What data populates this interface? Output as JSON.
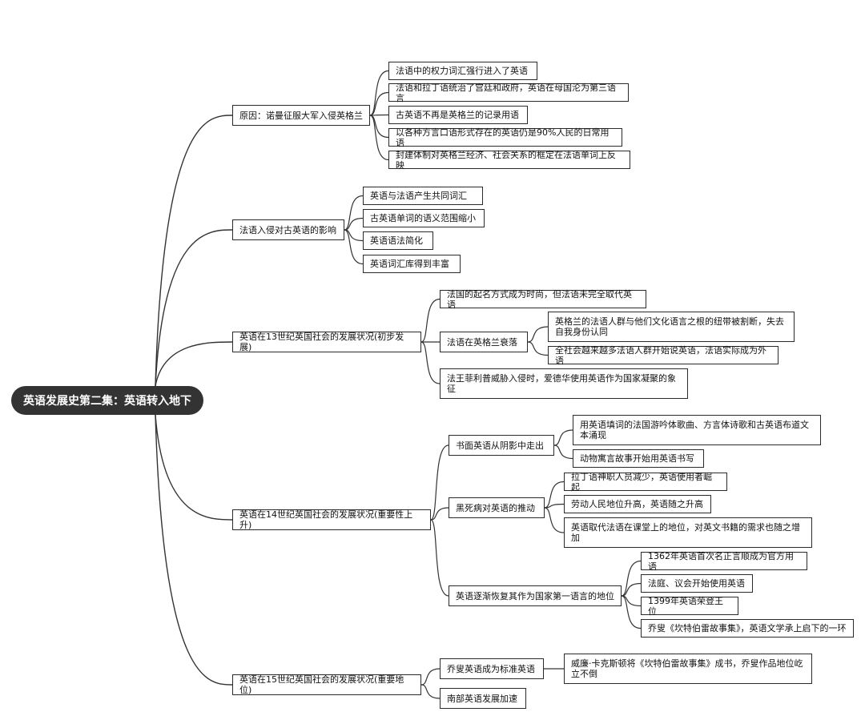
{
  "root": "英语发展史第二集：英语转入地下",
  "branches": [
    {
      "label": "原因：诺曼征服大军入侵英格兰",
      "children": [
        "法语中的权力词汇强行进入了英语",
        "法语和拉丁语统治了宫廷和政府，英语在母国沦为第三语言",
        "古英语不再是英格兰的记录用语",
        "以各种方言口语形式存在的英语仍是90%人民的日常用语",
        "封建体制对英格兰经济、社会关系的框定在法语单词上反映"
      ]
    },
    {
      "label": "法语入侵对古英语的影响",
      "children": [
        "英语与法语产生共同词汇",
        "古英语单词的语义范围缩小",
        "英语语法简化",
        "英语词汇库得到丰富"
      ]
    },
    {
      "label": "英语在13世纪英国社会的发展状况(初步发展)",
      "children": [
        "法国的起名方式成为时尚，但法语未完全取代英语",
        "法语在英格兰衰落",
        "法王菲利普威胁入侵时，爱德华使用英语作为国家凝聚的象征"
      ],
      "grand": [
        "英格兰的法语人群与他们文化语言之根的纽带被割断，失去自我身份认同",
        "全社会越来越多法语人群开始说英语，法语实际成为外语"
      ]
    },
    {
      "label": "英语在14世纪英国社会的发展状况(重要性上升)",
      "children": [
        "书面英语从阴影中走出",
        "黑死病对英语的推动",
        "英语逐渐恢复其作为国家第一语言的地位"
      ],
      "grand_a": [
        "用英语填词的法国游吟体歌曲、方言体诗歌和古英语布道文本涌现",
        "动物寓言故事开始用英语书写"
      ],
      "grand_b": [
        "拉丁语神职人员减少，英语使用者崛起",
        "劳动人民地位升高，英语随之升高",
        "英语取代法语在课堂上的地位，对英文书籍的需求也随之增加"
      ],
      "grand_c": [
        "1362年英语首次名正言顺成为官方用语",
        "法庭、议会开始使用英语",
        "1399年英语荣登王位",
        "乔叟《坎特伯雷故事集》，英语文学承上启下的一环"
      ]
    },
    {
      "label": "英语在15世纪英国社会的发展状况(重要地位)",
      "children": [
        "乔叟英语成为标准英语",
        "南部英语发展加速"
      ],
      "grand": [
        "威廉·卡克斯顿将《坎特伯雷故事集》成书，乔叟作品地位屹立不倒"
      ]
    }
  ],
  "colors": {
    "line": "#333333",
    "root_bg": "#333333",
    "border": "#2a2a2a"
  }
}
